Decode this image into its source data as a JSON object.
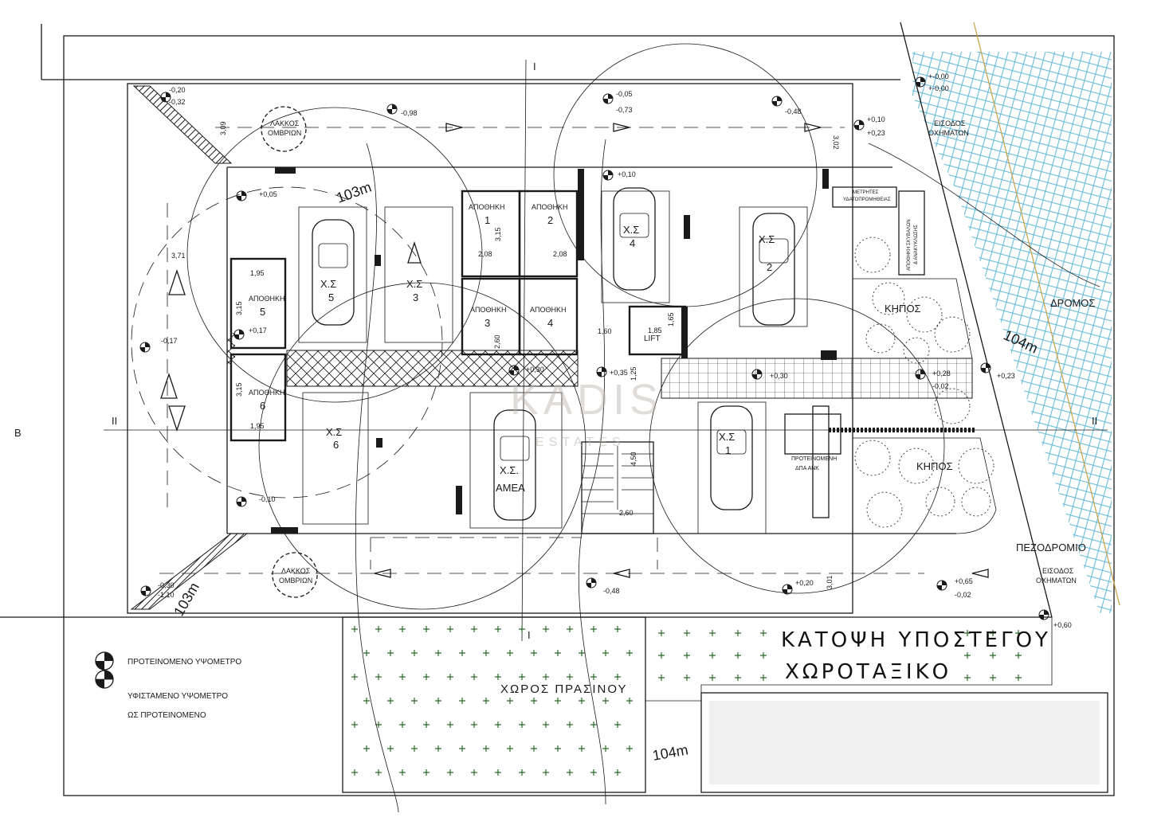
{
  "drawing": {
    "title_line1": "ΚΑΤΟΨΗ ΥΠΟΣΤΕΓΟΥ",
    "title_line2": "ΧΩΡΟΤΑΞΙΚΟ",
    "green_area": "ΧΩΡΟΣ ΠΡΑΣΙΝΟΥ",
    "road": "ΔΡΟΜΟΣ",
    "sidewalk": "ΠΕΖΟΔΡΟΜΙΟ",
    "vehicle_entry_top": [
      "ΕΙΣΟΔΟΣ",
      "ΟΧΗΜΑΤΩΝ"
    ],
    "vehicle_entry_bottom": [
      "ΕΙΣΟΔΟΣ",
      "ΟΧΗΜΑΤΩΝ"
    ],
    "rain_pit_top": [
      "ΛΑΚΚΟΣ",
      "ΟΜΒΡΙΩΝ"
    ],
    "rain_pit_bottom": [
      "ΛΑΚΚΟΣ",
      "ΟΜΒΡΙΩΝ"
    ],
    "meters": [
      "ΜΕΤΡΗΤΕΣ",
      "ΥΔΑΤΟΠΡΟΜΗΘΕΙΑΣ"
    ],
    "storage_pump": [
      "ΑΠΟΘΗΚΗ ΣΚΥΒΑΛΩΝ",
      "& ΑΝΑΚΥΚΛΩΣΗΣ"
    ],
    "proposed_tank": [
      "ΠΡΟΤΕΙΝΟΜΕΝΗ",
      "ΔΠΑ ΑΝΚ"
    ],
    "garden_a": "ΚΗΠΟΣ",
    "garden_b": "ΚΗΠΟΣ",
    "lift": "LIFT",
    "section_i": "I",
    "section_ii": "II",
    "left_marker": "B"
  },
  "legend": {
    "proposed": "ΠΡΟΤΕΙΝΟΜΕΝΟ ΥΨΟΜΕΤΡΟ",
    "existing_line1": "ΥΦΙΣΤΑΜΕΝΟ ΥΨΟΜΕΤΡΟ",
    "existing_line2": "ΩΣ ΠΡΟΤΕΙΝΟΜΕΝΟ"
  },
  "storages": [
    {
      "label": "ΑΠΟΘΗΚΗ",
      "num": "1"
    },
    {
      "label": "ΑΠΟΘΗΚΗ",
      "num": "2"
    },
    {
      "label": "ΑΠΟΘΗΚΗ",
      "num": "3"
    },
    {
      "label": "ΑΠΟΘΗΚΗ",
      "num": "4"
    },
    {
      "label": "ΑΠΟΘΗΚΗ",
      "num": "5"
    },
    {
      "label": "ΑΠΟΘΗΚΗ",
      "num": "6"
    }
  ],
  "parking": [
    {
      "label": "Χ.Σ",
      "num": "5"
    },
    {
      "label": "Χ.Σ",
      "num": "3"
    },
    {
      "label": "Χ.Σ",
      "num": "4"
    },
    {
      "label": "Χ.Σ",
      "num": "2"
    },
    {
      "label": "Χ.Σ",
      "num": "6"
    },
    {
      "label": "Χ.Σ.",
      "num": "ΑΜΕΑ"
    },
    {
      "label": "Χ.Σ",
      "num": "1"
    }
  ],
  "levels": [
    "-0,20",
    "-0,32",
    "-0,98",
    "-0,05",
    "-0,73",
    "-0,48",
    "+-0,00",
    "+-0,00",
    "+0,10",
    "+0,23",
    "+0,05",
    "-0,17",
    "+0,17",
    "+0,30",
    "+0,35",
    "+0,30",
    "+0,28",
    "-0,02",
    "+0,23",
    "-0,10",
    "-0,48",
    "+0,20",
    "+0,65",
    "-0,02",
    "-0,30",
    "-1,10",
    "+0,60",
    "+0,10"
  ],
  "dimensions": [
    "3,09",
    "3,71",
    "1,95",
    "3,15",
    "1,95",
    "3,15",
    "2,08",
    "2,08",
    "3,15",
    "2,60",
    "1,60",
    "1,85",
    "1,65",
    "1,25",
    "4,50",
    "2,60",
    "3,02",
    "3,01"
  ],
  "contours": [
    "103m",
    "104m",
    "103m",
    "104m"
  ],
  "watermark": {
    "brand": "KADIS",
    "sub": "ESTATES"
  },
  "colors": {
    "line": "#1a1a1a",
    "road_hatch": "#5fb8d8",
    "green_cross": "#2a6a2a",
    "watermark": "#b9b2ad"
  }
}
